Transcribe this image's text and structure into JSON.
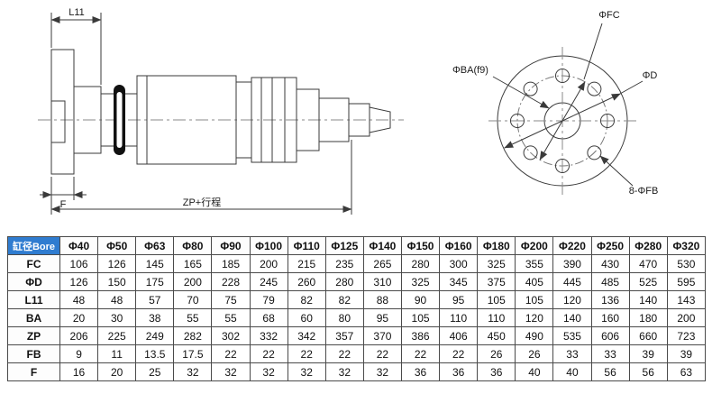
{
  "drawing": {
    "side_view": {
      "dim_l11": "L11",
      "dim_f": "F",
      "dim_zp": "ZP+行程"
    },
    "front_view": {
      "dim_fc": "ΦFC",
      "dim_ba": "ΦBA(f9)",
      "dim_d": "ΦD",
      "dim_fb": "8-ΦFB"
    }
  },
  "table": {
    "header": [
      "缸径Bore",
      "Φ40",
      "Φ50",
      "Φ63",
      "Φ80",
      "Φ90",
      "Φ100",
      "Φ110",
      "Φ125",
      "Φ140",
      "Φ150",
      "Φ160",
      "Φ180",
      "Φ200",
      "Φ220",
      "Φ250",
      "Φ280",
      "Φ320"
    ],
    "rows": [
      {
        "label": "FC",
        "values": [
          "106",
          "126",
          "145",
          "165",
          "185",
          "200",
          "215",
          "235",
          "265",
          "280",
          "300",
          "325",
          "355",
          "390",
          "430",
          "470",
          "530"
        ]
      },
      {
        "label": "ΦD",
        "values": [
          "126",
          "150",
          "175",
          "200",
          "228",
          "245",
          "260",
          "280",
          "310",
          "325",
          "345",
          "375",
          "405",
          "445",
          "485",
          "525",
          "595"
        ]
      },
      {
        "label": "L11",
        "values": [
          "48",
          "48",
          "57",
          "70",
          "75",
          "79",
          "82",
          "82",
          "88",
          "90",
          "95",
          "105",
          "105",
          "120",
          "136",
          "140",
          "143"
        ]
      },
      {
        "label": "BA",
        "values": [
          "20",
          "30",
          "38",
          "55",
          "55",
          "68",
          "60",
          "80",
          "95",
          "105",
          "110",
          "110",
          "120",
          "140",
          "160",
          "180",
          "200"
        ]
      },
      {
        "label": "ZP",
        "values": [
          "206",
          "225",
          "249",
          "282",
          "302",
          "332",
          "342",
          "357",
          "370",
          "386",
          "406",
          "450",
          "490",
          "535",
          "606",
          "660",
          "723"
        ]
      },
      {
        "label": "FB",
        "values": [
          "9",
          "11",
          "13.5",
          "17.5",
          "22",
          "22",
          "22",
          "22",
          "22",
          "22",
          "22",
          "26",
          "26",
          "33",
          "33",
          "39",
          "39"
        ]
      },
      {
        "label": "F",
        "values": [
          "16",
          "20",
          "25",
          "32",
          "32",
          "32",
          "32",
          "32",
          "32",
          "36",
          "36",
          "36",
          "40",
          "40",
          "56",
          "56",
          "63"
        ]
      }
    ]
  },
  "colors": {
    "line": "#3a3a3a",
    "highlight": "#2f7cd0"
  }
}
